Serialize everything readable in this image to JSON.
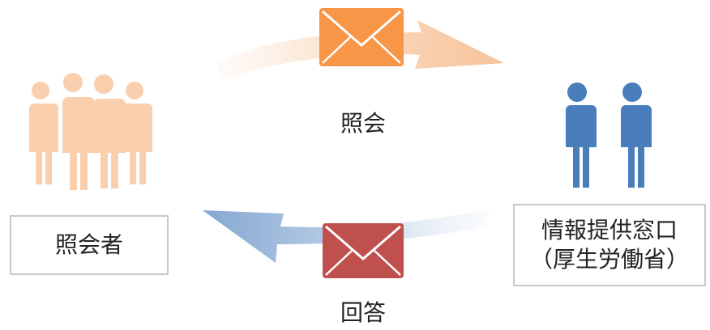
{
  "labels": {
    "inquiry": "照会",
    "reply": "回答"
  },
  "boxes": {
    "inquirer": "照会者",
    "provider_line1": "情報提供窓口",
    "provider_line2": "（厚生労働省）"
  },
  "colors": {
    "inquirer_people": "#f9cfae",
    "provider_people": "#4a7ebb",
    "arrow_top_dark": "#f7c8a0",
    "arrow_top_light": "#fdeadb",
    "arrow_bottom_dark": "#8cabd4",
    "arrow_bottom_light": "#e8eef7",
    "envelope_inquiry": "#f79646",
    "envelope_reply": "#c0504d"
  },
  "icons": {
    "inquirer": "group-of-people-icon",
    "provider": "two-people-icon",
    "inquiry_envelope": "envelope-icon",
    "reply_envelope": "envelope-icon"
  }
}
